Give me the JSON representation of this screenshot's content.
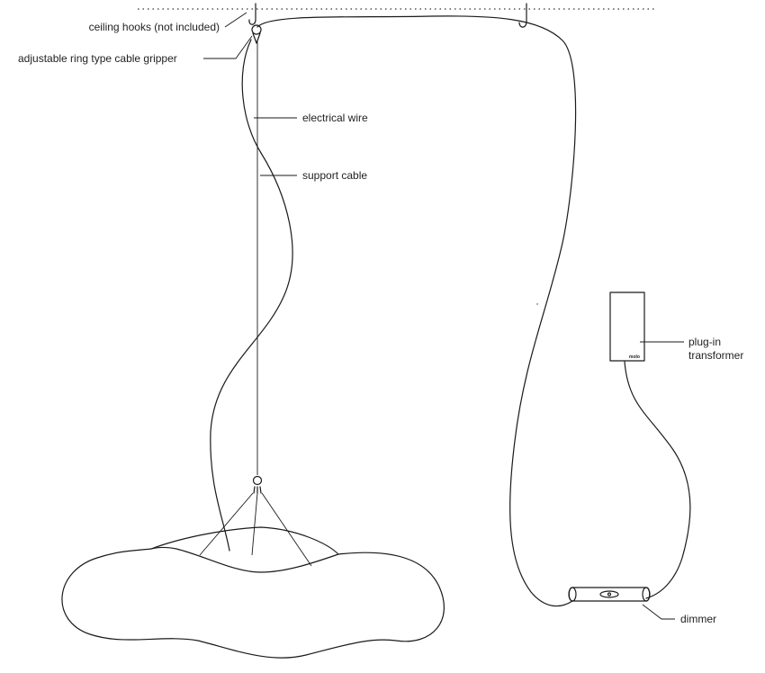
{
  "labels": {
    "ceiling_hooks": "ceiling hooks (not included)",
    "cable_gripper": "adjustable ring type cable gripper",
    "electrical_wire": "electrical wire",
    "support_cable": "support cable",
    "transformer_line1": "plug-in",
    "transformer_line2": "transformer",
    "dimmer": "dimmer",
    "brand": "molo"
  },
  "colors": {
    "line": "#1a1a1a",
    "text": "#222222",
    "background": "#ffffff"
  }
}
